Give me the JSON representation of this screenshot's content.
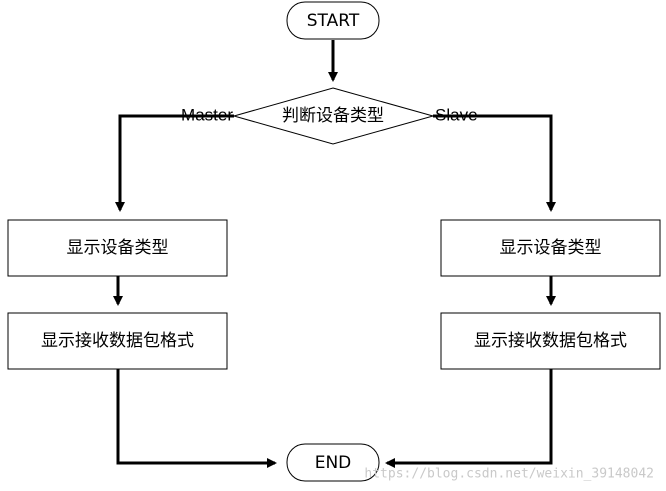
{
  "nodes": {
    "start": {
      "label": "START",
      "shape": "terminator"
    },
    "decision": {
      "label": "判断设备类型",
      "shape": "decision"
    },
    "master_display_type": {
      "label": "显示设备类型",
      "shape": "process"
    },
    "master_display_format": {
      "label": "显示接收数据包格式",
      "shape": "process"
    },
    "slave_display_type": {
      "label": "显示设备类型",
      "shape": "process"
    },
    "slave_display_format": {
      "label": "显示接收数据包格式",
      "shape": "process"
    },
    "end": {
      "label": "END",
      "shape": "terminator"
    }
  },
  "edges": [
    {
      "from": "start",
      "to": "decision",
      "label": ""
    },
    {
      "from": "decision",
      "to": "master_display_type",
      "label": "Master"
    },
    {
      "from": "decision",
      "to": "slave_display_type",
      "label": "Slave"
    },
    {
      "from": "master_display_type",
      "to": "master_display_format",
      "label": ""
    },
    {
      "from": "slave_display_type",
      "to": "slave_display_format",
      "label": ""
    },
    {
      "from": "master_display_format",
      "to": "end",
      "label": ""
    },
    {
      "from": "slave_display_format",
      "to": "end",
      "label": ""
    }
  ],
  "labels": {
    "master": "Master",
    "slave": "Slave"
  },
  "watermark": "https://blog.csdn.net/weixin_39148042",
  "colors": {
    "stroke": "#000000",
    "fill": "#ffffff",
    "watermark": "#c9c9c9"
  }
}
